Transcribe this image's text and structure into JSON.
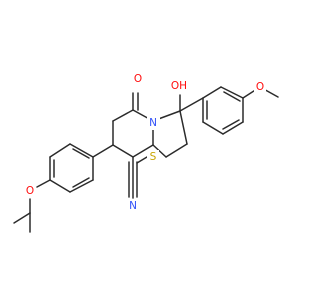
{
  "structure": {
    "atoms": {
      "carbonyl_oxygen": "O",
      "hydroxyl": "OH",
      "ring_nitrogen": "N",
      "methoxy_oxygen": "O",
      "thioether_sulfur": "S",
      "ether_oxygen": "O",
      "nitrile_nitrogen": "N"
    },
    "colors": {
      "bond": "#2b2b2b",
      "oxygen": "#ff0d0d",
      "nitrogen": "#3050f8",
      "sulfur": "#c8a400"
    }
  }
}
